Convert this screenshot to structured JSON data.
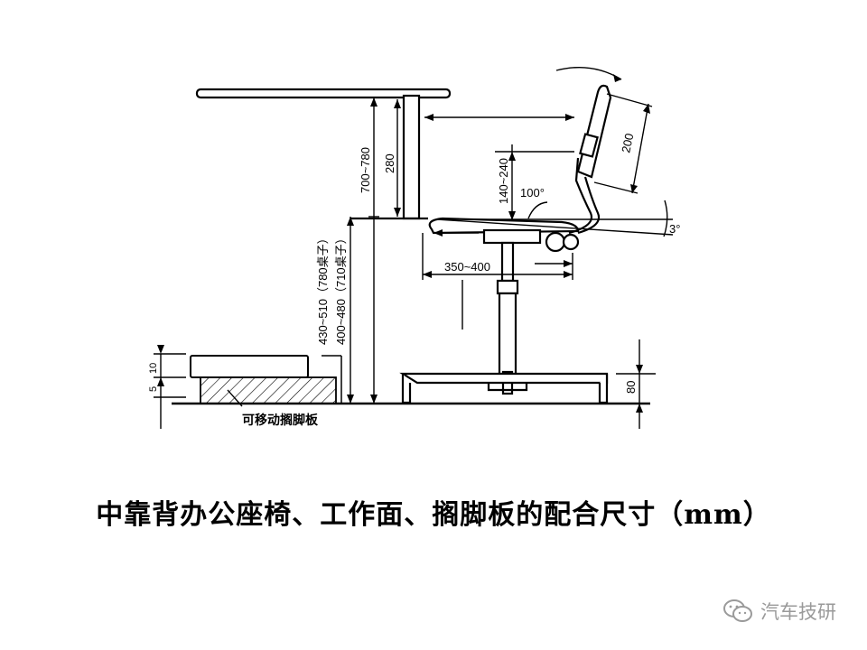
{
  "caption": "中靠背办公座椅、工作面、搁脚板的配合尺寸（mm）",
  "labels": {
    "table_height_range": "700~780",
    "table_to_seat_clearance": "280",
    "backrest_support_height": "140~240",
    "backrest_length": "200",
    "backrest_angle": "100°",
    "seat_tilt_angle": "3°",
    "seat_depth": "350~400",
    "seat_height_780": "430~510（780桌子）",
    "seat_height_710": "400~480（710桌子）",
    "footrest_top": "10",
    "footrest_bottom": "5",
    "base_height": "80",
    "footrest_name": "可移动搁脚板"
  },
  "watermark": {
    "text": "汽车技研",
    "icon": "wechat-icon"
  }
}
